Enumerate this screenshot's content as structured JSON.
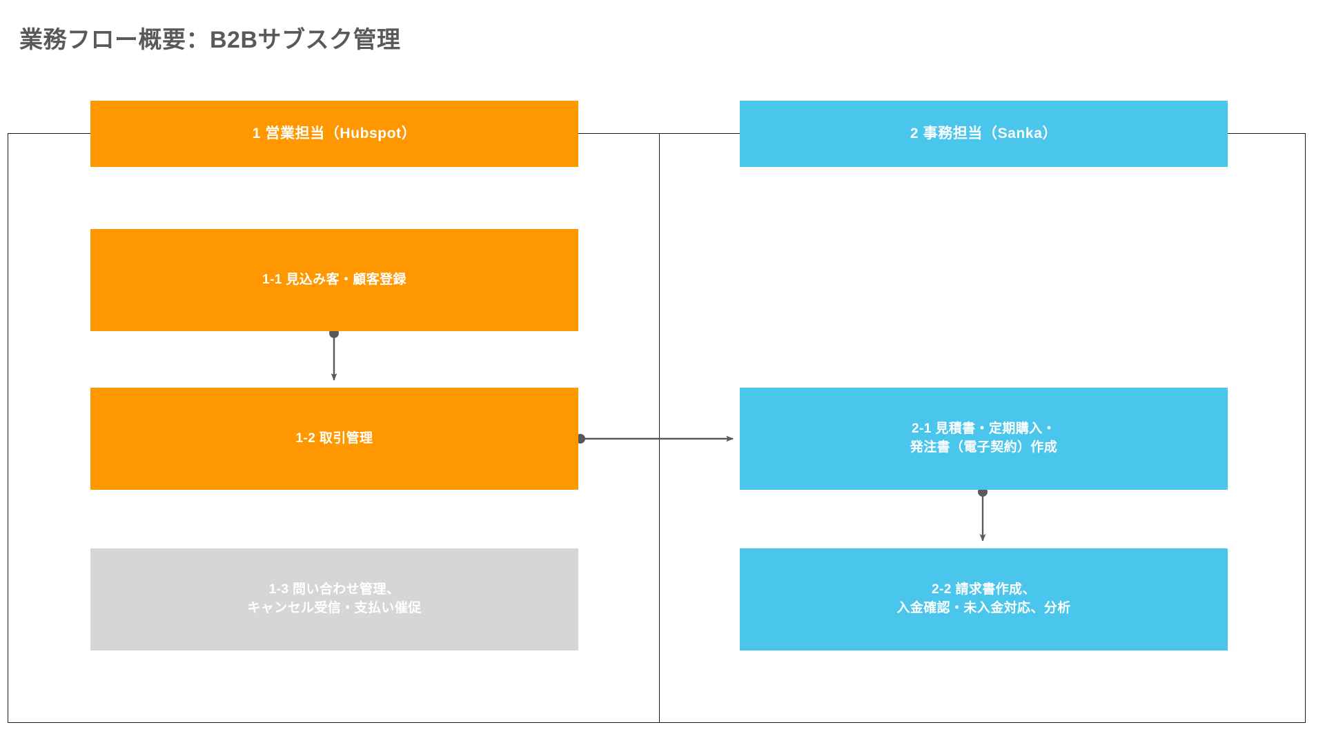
{
  "page": {
    "title": "業務フロー概要：B2Bサブスク管理",
    "background_color": "#ffffff",
    "title_color": "#595959"
  },
  "palette": {
    "orange": "#FF9800",
    "blue": "#4AC6ED",
    "gray": "#D6D6D6",
    "connector": "#595959",
    "lane_border": "#1a1a1a",
    "node_text": "#ffffff"
  },
  "lanes": [
    {
      "id": "lane-1",
      "header": "1 営業担当（Hubspot）",
      "color": "#FF9800",
      "nodes": [
        {
          "id": "1-1",
          "label": "1-1 見込み客・顧客登録",
          "color": "#FF9800"
        },
        {
          "id": "1-2",
          "label": "1-2 取引管理",
          "color": "#FF9800"
        },
        {
          "id": "1-3",
          "label": "1-3  問い合わせ管理、\nキャンセル受信・支払い催促",
          "color": "#D6D6D6"
        }
      ]
    },
    {
      "id": "lane-2",
      "header": "2 事務担当（Sanka）",
      "color": "#4AC6ED",
      "nodes": [
        {
          "id": "2-1",
          "label": "2-1 見積書・定期購入・\n発注書（電子契約）作成",
          "color": "#4AC6ED"
        },
        {
          "id": "2-2",
          "label": "2-2  請求書作成、\n入金確認・未入金対応、分析",
          "color": "#4AC6ED"
        }
      ]
    }
  ],
  "connectors": [
    {
      "id": "conn-1-1-to-1-2",
      "from": "1-1",
      "to": "1-2",
      "orientation": "vertical",
      "style": "dot-to-arrow"
    },
    {
      "id": "conn-1-2-to-2-1",
      "from": "1-2",
      "to": "2-1",
      "orientation": "horizontal",
      "style": "dot-to-arrow"
    },
    {
      "id": "conn-2-1-to-2-2",
      "from": "2-1",
      "to": "2-2",
      "orientation": "vertical",
      "style": "dot-to-arrow"
    }
  ]
}
